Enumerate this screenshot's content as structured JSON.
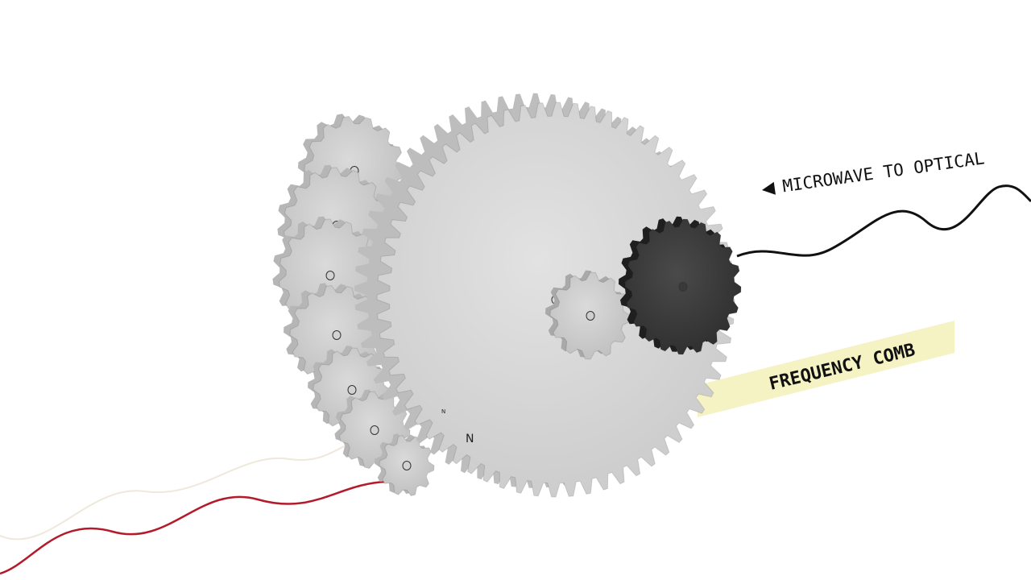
{
  "labels": {
    "microwave_to_optical": "MICROWAVE TO OPTICAL",
    "frequency_comb": "FREQUENCY COMB",
    "gear_mark_large": "N",
    "gear_mark_small": "N"
  },
  "icons": {
    "arrow": "left-pointing-triangle-icon"
  },
  "colors": {
    "gear_light": "#d6d6d6",
    "gear_dark": "#3c3c3c",
    "signal_red": "#b31b2b",
    "signal_black": "#111111",
    "comb_highlight": "#f5f2c4"
  }
}
